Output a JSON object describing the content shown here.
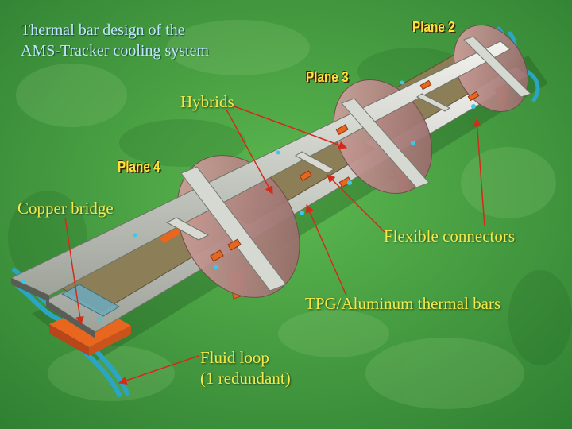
{
  "title": {
    "line1": "Thermal bar design of the",
    "line2": "AMS-Tracker cooling system"
  },
  "planes": [
    {
      "id": "plane-2",
      "label": "Plane 2"
    },
    {
      "id": "plane-3",
      "label": "Plane 3"
    },
    {
      "id": "plane-4",
      "label": "Plane 4"
    }
  ],
  "labels": {
    "hybrids": "Hybrids",
    "copper_bridge": "Copper bridge",
    "flexible_connectors": "Flexible connectors",
    "thermal_bars": "TPG/Aluminum thermal bars",
    "fluid_loop_line1": "Fluid loop",
    "fluid_loop_line2": "(1 redundant)"
  },
  "colors": {
    "background": "#3f9a3c",
    "label_text": "#f2e94a",
    "title_text": "#bfe6ff",
    "arrow": "#d42a1a",
    "thermal_bar": "#c9ccc4",
    "hybrid_panel": "#8c7e56",
    "connector": "#e8661e",
    "plane_disc": "#bc8e8a",
    "fluid_tube": "#2aa6c4"
  }
}
